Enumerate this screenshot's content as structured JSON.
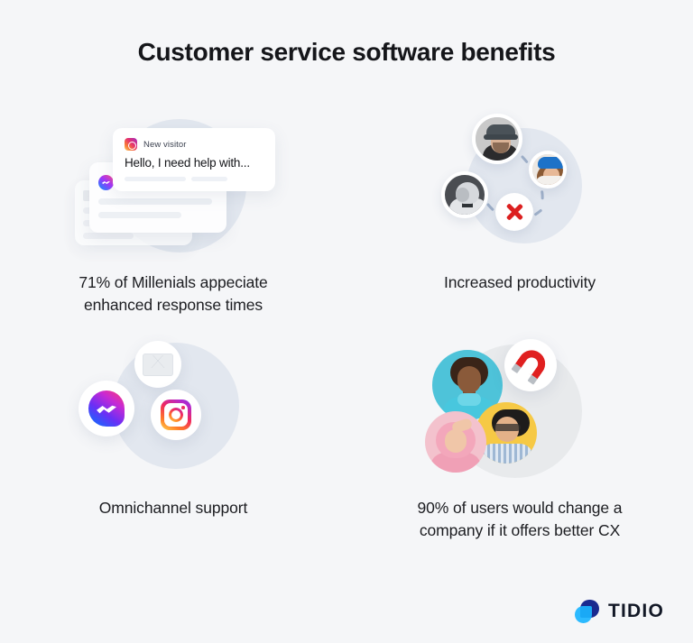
{
  "page": {
    "title": "Customer service software benefits",
    "background_color": "#f5f6f8"
  },
  "benefits": [
    {
      "id": "response-times",
      "caption": "71% of Millenials appeciate enhanced response times",
      "illustration": "chat-notification-cards",
      "notification": {
        "channel_icon": "instagram-icon",
        "channel_label": "New visitor",
        "message": "Hello, I need help with..."
      },
      "stacked_icons": [
        "messenger-icon",
        "email-icon"
      ]
    },
    {
      "id": "productivity",
      "caption": "Increased productivity",
      "illustration": "avatar-network",
      "avatars": [
        "man-bucket-hat-avatar",
        "woman-blue-hat-avatar",
        "robot-avatar"
      ],
      "status_icon": "red-x-icon"
    },
    {
      "id": "omnichannel",
      "caption": "Omnichannel support",
      "illustration": "channel-icons",
      "channels": [
        "messenger-icon",
        "email-icon",
        "instagram-icon"
      ]
    },
    {
      "id": "better-cx",
      "caption": "90% of users would change a company if it offers better CX",
      "illustration": "customers-magnet",
      "avatars": [
        "woman-teal-avatar",
        "woman-pink-avatar",
        "man-yellow-avatar"
      ],
      "accent_icon": "magnet-icon"
    }
  ],
  "footer": {
    "brand": "TIDIO",
    "logo_icon": "tidio-logo-icon"
  },
  "colors": {
    "background": "#f5f6f8",
    "text": "#15161a",
    "blob": "#e2e7ef",
    "accent_red": "#dc2020",
    "brand_dark": "#1a2a8f",
    "brand_light": "#1ab4ff"
  }
}
